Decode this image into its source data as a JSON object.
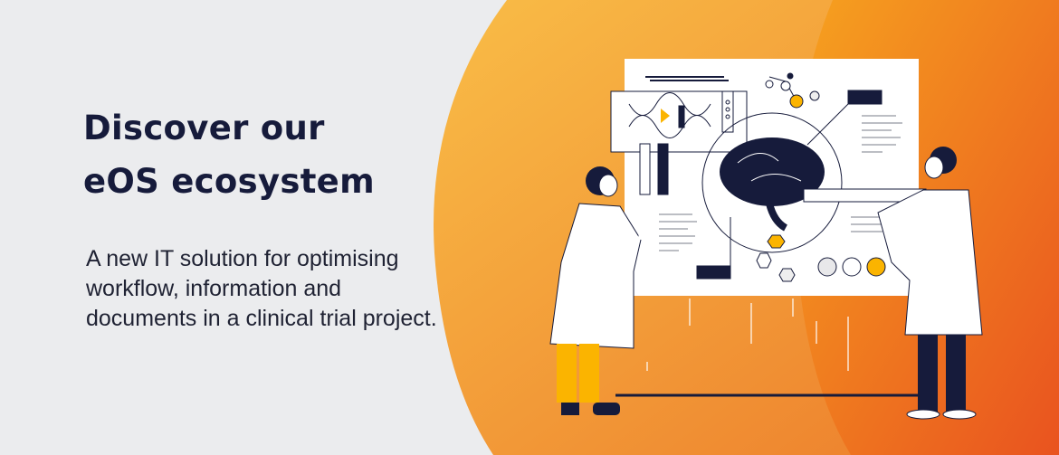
{
  "hero": {
    "title_line1": "Discover our",
    "title_line2": "eOS ecosystem",
    "subtitle_line1": "A new IT solution for optimising",
    "subtitle_line2": "workflow, information and",
    "subtitle_line3": "documents in a clinical trial project."
  },
  "colors": {
    "background": "#ebecee",
    "navy": "#161b3b",
    "orange_light": "#f8b843",
    "orange_dark": "#e9571f",
    "yellow": "#fbb400"
  },
  "illustration": {
    "icons": [
      "dna-icon",
      "brain-icon",
      "molecule-icon",
      "scientist-icon"
    ]
  }
}
